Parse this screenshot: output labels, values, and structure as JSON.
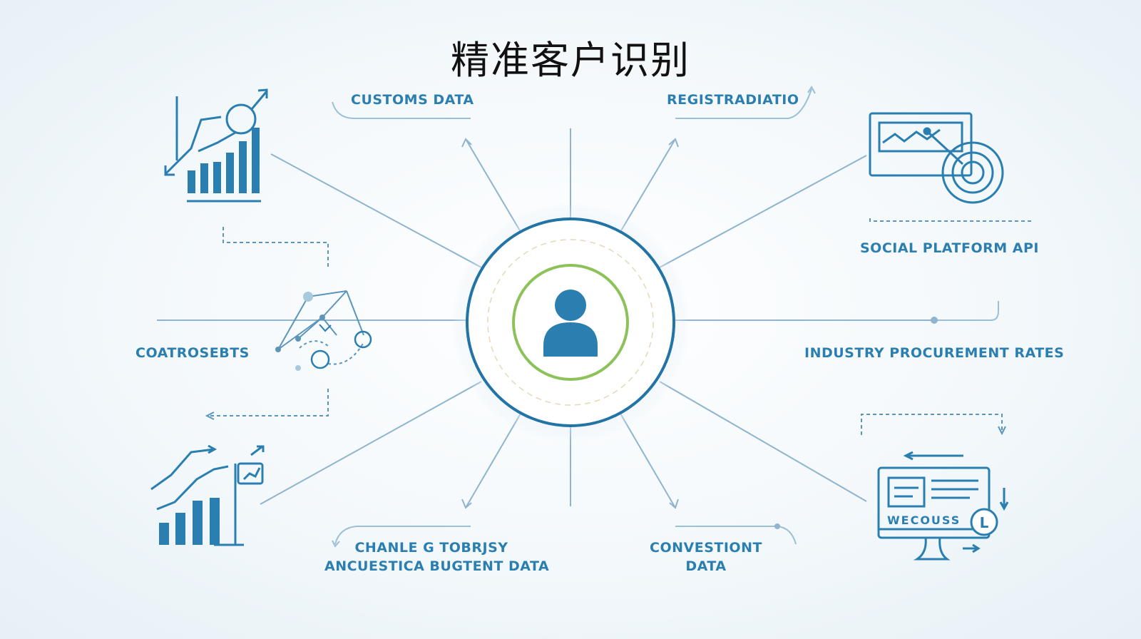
{
  "title": "精准客户识别",
  "center_node": {
    "icon": "person-icon"
  },
  "labels": {
    "customs": "CUSTOMS DATA",
    "registration": "REGISTRADIATIO",
    "social": "SOCIAL PLATFORM API",
    "industry": "INDUSTRY PROCUREMENT RATES",
    "contracts": "COATROSEBTS",
    "change_line1": "CHANLE G TOBRJSY",
    "change_line2": "ANCUESTICA BUGTENT  DATA",
    "convention_line1": "CONVESTIONT",
    "convention_line2": "DATA",
    "monitor_text": "WECOUSS"
  },
  "colors": {
    "primary": "#2b7fb0",
    "line": "#8fb4cc",
    "accent_green": "#8dc25a"
  },
  "icons": [
    "growth-chart-icon",
    "analytics-target-icon",
    "network-graph-icon",
    "bar-chart-icon",
    "monitor-icon"
  ]
}
